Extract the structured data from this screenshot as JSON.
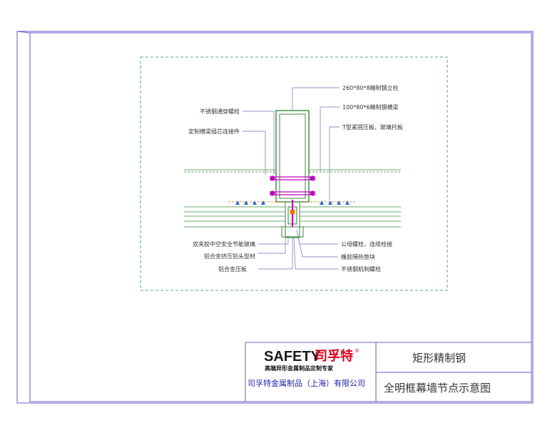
{
  "callouts": {
    "steel_column": "260*80*8精制钢立柱",
    "steel_beam": "100*80*6精制钢横梁",
    "pressure_plate": "T型紧固压板、玻璃托板",
    "stainless_bolt": "不锈钢通穿螺栓",
    "anchor_connector": "定制横梁插芯连接件",
    "glass": "双夹胶中空安全节能玻璃",
    "alu_profile": "铝合金挤压铝头型材",
    "alu_cover": "铝合金压板",
    "nut_bolt": "公母螺栓，连续栓接",
    "rubber_strip": "橡胶隔热垫块",
    "machine_screw": "不锈钢机制螺栓"
  },
  "title_block": {
    "brand_en": "SAFETY",
    "brand_cn": "司孚特",
    "reg_mark": "®",
    "slogan": "高端异形金属制品定制专家",
    "company": "司孚特金属制品（上海）有限公司",
    "drawing_title": "矩形精制钢",
    "drawing_subtitle": "全明框幕墙节点示意图"
  },
  "colors": {
    "frame": "#6a5acd",
    "drawing_line": "#3a8a3a",
    "callout_line": "#6f6fb8",
    "bolt": "#c000c0",
    "dashed_cad": "#2e8b57",
    "brand_red": "#e0001b",
    "company_blue": "#2222aa"
  }
}
